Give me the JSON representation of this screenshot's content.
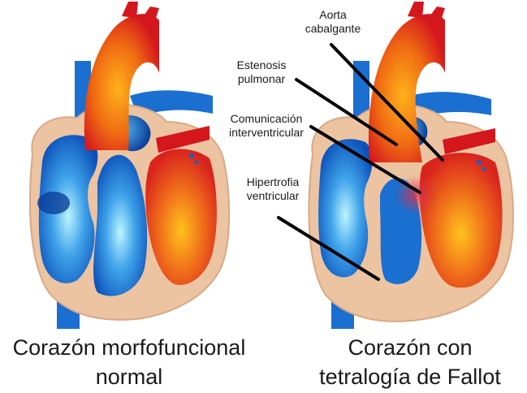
{
  "captions": {
    "normal": {
      "line1": "Corazón morfofuncional",
      "line2": "normal"
    },
    "fallot": {
      "line1": "Corazón con",
      "line2": "tetralogía de Fallot"
    }
  },
  "labels": {
    "aorta": {
      "line1": "Aorta",
      "line2": "cabalgante"
    },
    "estenosis": {
      "line1": "Estenosis",
      "line2": "pulmonar"
    },
    "comunicacion": {
      "line1": "Comunicación",
      "line2": "interventricular"
    },
    "hipertrofia": {
      "line1": "Hipertrofia",
      "line2": "ventricular"
    }
  },
  "colors": {
    "oxygenated": "#e2301a",
    "deoxygenated": "#1a6fd1",
    "muscle": "#ecc4a2",
    "muscle_outline": "#d9a886",
    "leader_line": "#000000"
  }
}
